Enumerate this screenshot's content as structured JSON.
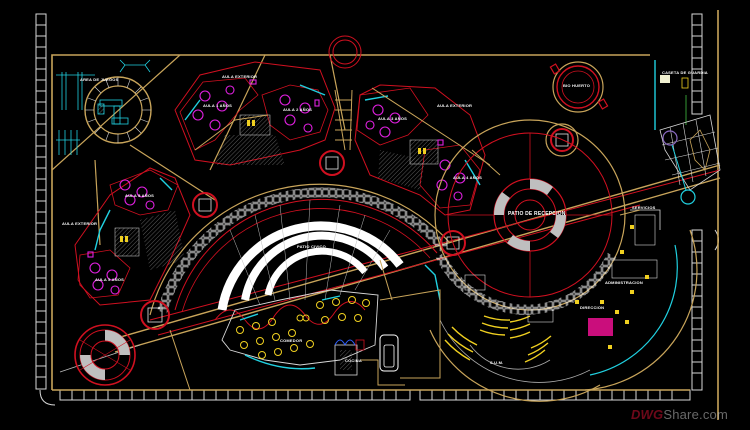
{
  "drawing": {
    "type": "architectural floor plan (CAD)",
    "background": "#000000",
    "colors": {
      "boundary": "#c8a45a",
      "walls_red": "#d01020",
      "furniture_magenta": "#e020e0",
      "glazing_cyan": "#20d0e0",
      "seating_yellow": "#f0d020",
      "paving_white": "#e6e6e6",
      "grey_fill": "#bfbfbf"
    }
  },
  "labels": {
    "playground": "AREA DE JUEGOS",
    "classroom_block_top": "AULA EXTERIOR",
    "classroom_block_mid": "AULA EXTERIOR",
    "classroom_block_left": "AULA EXTERIOR",
    "aula_1": "AULA 1 AÑOS",
    "aula_2": "AULA 2 AÑOS",
    "aula_3": "AULA 3 AÑOS",
    "aula_4": "AULA 4 AÑOS",
    "aula_5": "AULA 5 AÑOS",
    "aula_6": "AULA 5 AÑOS",
    "biohuerto": "BIO HUERTO",
    "patio": "PATIO DE RECEPCION",
    "amphitheater": "PATIO CIVICO",
    "dining": "COMEDOR",
    "kitchen": "COCINA",
    "auditorium": "S.U.M.",
    "administration": "ADMINISTRACION",
    "direction": "DIRECCION",
    "guard": "CASETA DE GUARDIA",
    "service": "SERVICIOS"
  },
  "watermark": {
    "brand": "DWG",
    "rest": "Share.com"
  }
}
